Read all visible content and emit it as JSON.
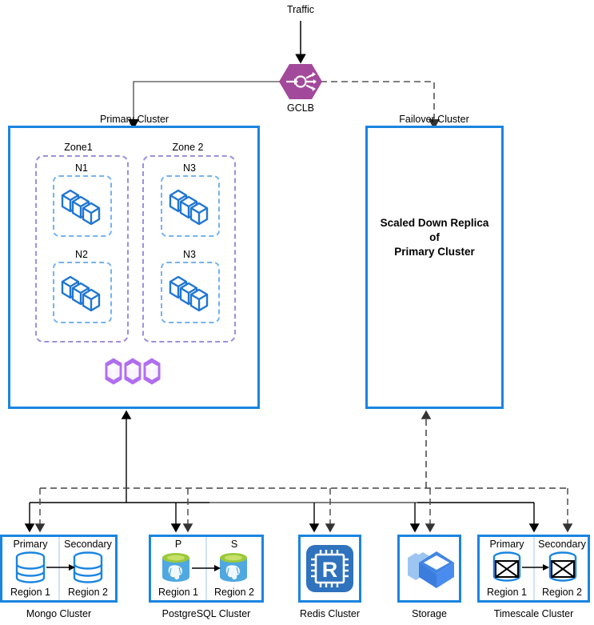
{
  "diagram": {
    "title_traffic": "Traffic",
    "gclb": {
      "label": "GCLB",
      "icon": "load-balancer-icon",
      "color": "#a3499b"
    },
    "clusters": [
      {
        "id": "primary",
        "label": "Primary Cluster",
        "zones": [
          {
            "label": "Zone1",
            "nodes": [
              {
                "label": "N1",
                "icon": "kubernetes-nodes-icon"
              },
              {
                "label": "N2",
                "icon": "kubernetes-nodes-icon"
              }
            ]
          },
          {
            "label": "Zone 2",
            "nodes": [
              {
                "label": "N3",
                "icon": "kubernetes-nodes-icon"
              },
              {
                "label": "N3",
                "icon": "kubernetes-nodes-icon"
              }
            ]
          }
        ],
        "pods_icon": "kubernetes-pods-icon"
      },
      {
        "id": "failover",
        "label": "Failover Cluster",
        "body_line1": "Scaled Down Replica",
        "body_line2": "of",
        "body_line3": "Primary Cluster"
      }
    ],
    "datastores": [
      {
        "id": "mongo",
        "caption": "Mongo Cluster",
        "icon": "mongodb-database-icon",
        "cells": [
          {
            "role": "Primary",
            "region": "Region 1"
          },
          {
            "role": "Secondary",
            "region": "Region 2"
          }
        ]
      },
      {
        "id": "postgresql",
        "caption": "PostgreSQL Cluster",
        "icon": "postgresql-database-icon",
        "cells": [
          {
            "role": "P",
            "region": "Region 1"
          },
          {
            "role": "S",
            "region": "Region 2"
          }
        ]
      },
      {
        "id": "redis",
        "caption": "Redis Cluster",
        "icon": "redis-icon",
        "cells": []
      },
      {
        "id": "storage",
        "caption": "Storage",
        "icon": "storage-bucket-icon",
        "cells": []
      },
      {
        "id": "timescale",
        "caption": "Timescale Cluster",
        "icon": "timescale-database-icon",
        "cells": [
          {
            "role": "Primary",
            "region": "Region 1"
          },
          {
            "role": "Secondary",
            "region": "Region 2"
          }
        ]
      }
    ],
    "colors": {
      "cluster_border": "#1a85e0",
      "zone_border": "#9f8fdb",
      "node_border": "#74b3f0",
      "gclb_purple": "#a3499b",
      "pods_purple": "#b06ef0",
      "connector_solid": "#000000",
      "connector_gray": "#777777",
      "connector_dashed": "#444444"
    }
  }
}
